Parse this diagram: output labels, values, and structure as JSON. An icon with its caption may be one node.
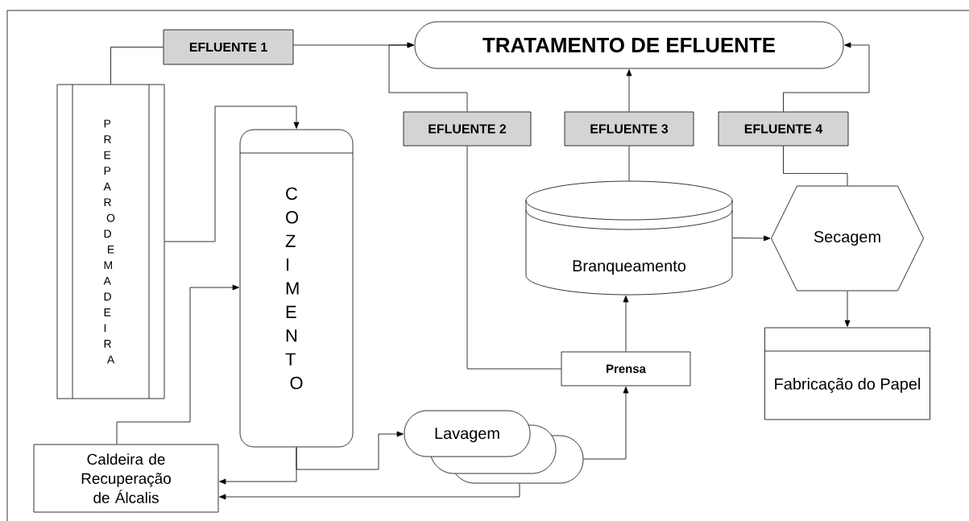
{
  "diagram": {
    "nodes": [
      {
        "text": [
          "TRATAMENTO DE EFLUENTE"
        ]
      },
      {
        "text": [
          "EFLUENTE 1"
        ]
      },
      {
        "text": [
          "PREPARO DE MADEIRA"
        ]
      },
      {
        "text": [
          "EFLUENTE 2"
        ]
      },
      {
        "text": [
          "EFLUENTE 3"
        ]
      },
      {
        "text": [
          "EFLUENTE 4"
        ]
      },
      {
        "text": [
          "COZIMENTO"
        ]
      },
      {
        "text": [
          "Branqueamento"
        ]
      },
      {
        "text": [
          "Secagem"
        ]
      },
      {
        "text": [
          "Prensa"
        ]
      },
      {
        "text": [
          "Fabricação do Papel"
        ]
      },
      {
        "text": [
          "Lavagem"
        ]
      },
      {
        "text": [
          "Caldeira de Recuperação de Álcalis"
        ]
      }
    ],
    "edges": [
      {
        "from": 2,
        "to": 1,
        "arrow": "none"
      },
      {
        "from": 1,
        "to": 0,
        "arrow": "to"
      },
      {
        "from": 3,
        "to": 0,
        "arrow": "to"
      },
      {
        "from": 4,
        "to": 0,
        "arrow": "to"
      },
      {
        "from": 5,
        "to": 0,
        "arrow": "to"
      },
      {
        "from": 2,
        "to": 6,
        "arrow": "to"
      },
      {
        "from": 12,
        "to": 6,
        "arrow": "to"
      },
      {
        "from": 6,
        "to": 12,
        "arrow": "to"
      },
      {
        "from": 6,
        "to": 11,
        "arrow": "to"
      },
      {
        "from": 11,
        "to": 9,
        "arrow": "to"
      },
      {
        "from": 11,
        "to": 12,
        "arrow": "to"
      },
      {
        "from": 9,
        "to": 7,
        "arrow": "to"
      },
      {
        "from": 9,
        "to": 3,
        "arrow": "none"
      },
      {
        "from": 7,
        "to": 4,
        "arrow": "none"
      },
      {
        "from": 7,
        "to": 8,
        "arrow": "to"
      },
      {
        "from": 8,
        "to": 5,
        "arrow": "none"
      },
      {
        "from": 8,
        "to": 10,
        "arrow": "to"
      }
    ]
  }
}
